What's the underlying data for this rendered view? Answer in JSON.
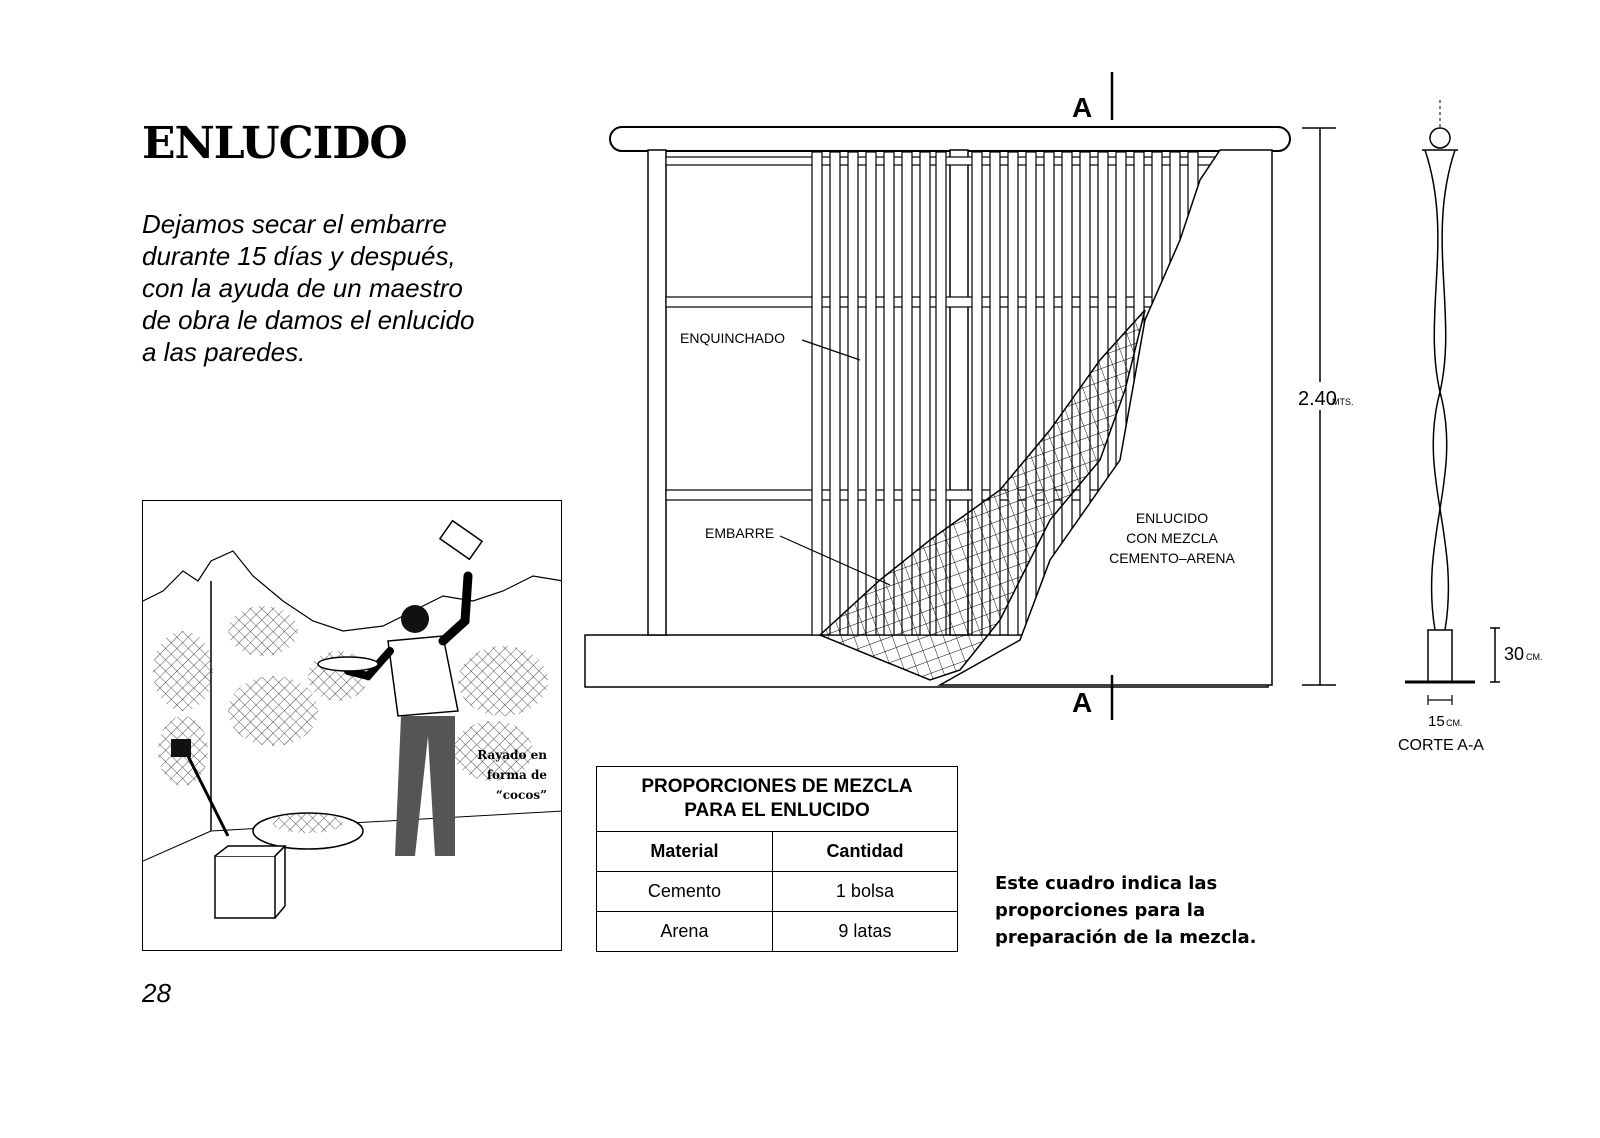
{
  "page": {
    "title": "ENLUCIDO",
    "intro": "Dejamos secar el embarre durante 15 días y después, con la ayuda de un maestro de obra le damos el enlucido a las paredes.",
    "page_number": "28"
  },
  "illustration": {
    "caption_lines": [
      "Rayado en",
      "forma de",
      "“cocos”"
    ]
  },
  "diagram": {
    "section_marker": "A",
    "labels": {
      "enquinchado": "ENQUINCHADO",
      "embarre": "EMBARRE",
      "enlucido_lines": [
        "ENLUCIDO",
        "CON MEZCLA",
        "CEMENTO–ARENA"
      ]
    },
    "height_value": "2.40",
    "height_unit": "MTS.",
    "foundation_height_value": "30",
    "foundation_height_unit": "CM.",
    "wall_width_value": "15",
    "wall_width_unit": "CM.",
    "section_title": "CORTE A-A"
  },
  "table": {
    "title_line1": "PROPORCIONES DE MEZCLA",
    "title_line2": "PARA EL ENLUCIDO",
    "headers": [
      "Material",
      "Cantidad"
    ],
    "rows": [
      [
        "Cemento",
        "1 bolsa"
      ],
      [
        "Arena",
        "9 latas"
      ]
    ]
  },
  "note": "Este cuadro indica las proporciones para la preparación de la mezcla."
}
